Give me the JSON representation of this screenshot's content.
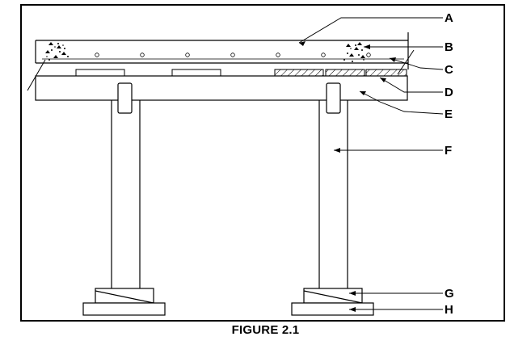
{
  "caption": "FIGURE 2.1",
  "labels": {
    "A": "A",
    "B": "B",
    "C": "C",
    "D": "D",
    "E": "E",
    "F": "F",
    "G": "G",
    "H": "H"
  },
  "colors": {
    "line": "#000000",
    "background": "#ffffff"
  }
}
